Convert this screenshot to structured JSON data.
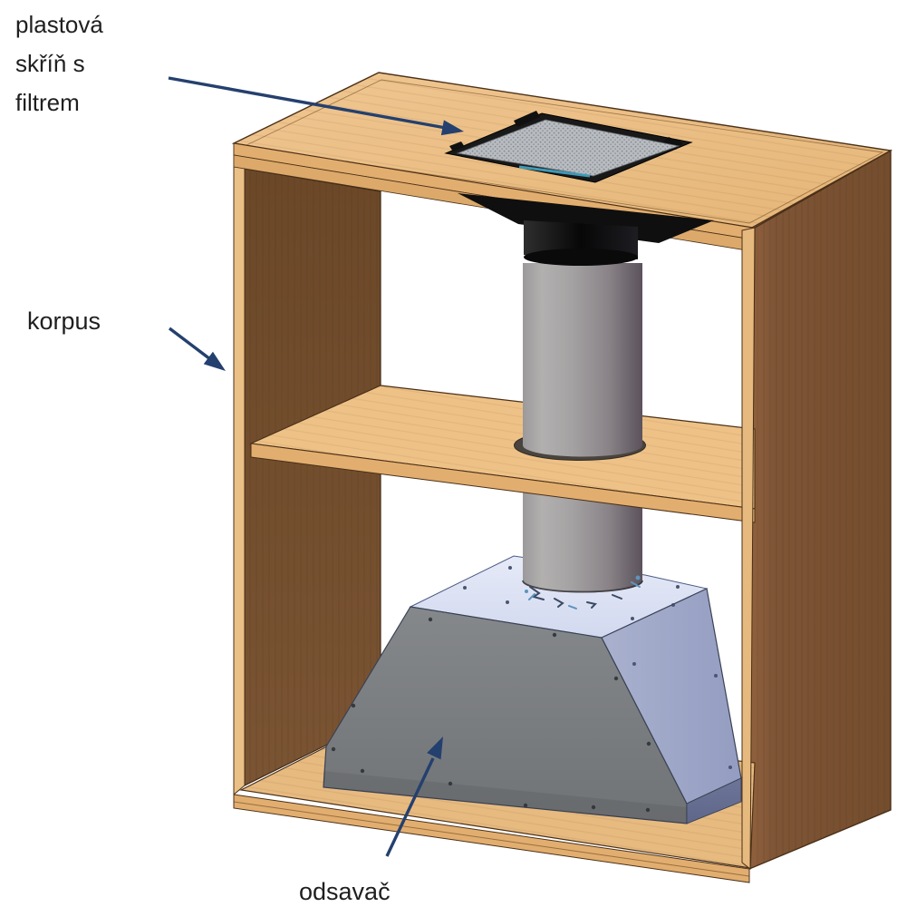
{
  "diagram": {
    "type": "technical-3d-illustration",
    "subject": "kitchen cabinet with built-in extractor hood, duct and plastic filter box",
    "labels": [
      {
        "id": "filter-box",
        "text": "plastová\nskříň s\nfiltrem",
        "points_to": "filter cassette on cabinet top"
      },
      {
        "id": "cabinet-body",
        "text": "korpus",
        "points_to": "wooden cabinet carcass"
      },
      {
        "id": "extractor-hood",
        "text": "odsavač",
        "points_to": "trapezoidal hood inside cabinet"
      }
    ],
    "parts": [
      {
        "id": "top-panel"
      },
      {
        "id": "left-side-panel"
      },
      {
        "id": "right-side-panel"
      },
      {
        "id": "middle-shelf"
      },
      {
        "id": "bottom-panel"
      },
      {
        "id": "filter-cassette"
      },
      {
        "id": "duct-cylinder"
      },
      {
        "id": "hood-body"
      }
    ],
    "colors": {
      "background": "#ffffff",
      "wood_light": "#ecc089",
      "wood_edge_band": "#e2ae6f",
      "wood_dark_left_panel": "#6e4a2b",
      "wood_dark_right_panel": "#7b5233",
      "wood_outline": "#4a3018",
      "duct_gray": "#9a9897",
      "duct_shadow": "#5b525c",
      "filter_frame_black": "#191919",
      "filter_mesh": "#b8bcc1",
      "filter_accent_teal": "#44a7c6",
      "hood_front_gray": "#7d8084",
      "hood_side_lavender": "#9fa8c8",
      "hood_top_light": "#dde3f4",
      "hood_base_band": "#6a7394",
      "hood_outline": "#3a4254",
      "arrow_navy": "#24406e",
      "label_text": "#1f1f1f"
    }
  }
}
